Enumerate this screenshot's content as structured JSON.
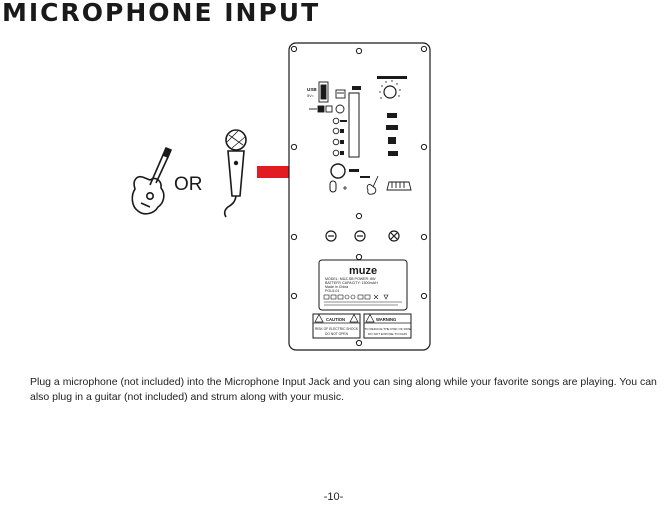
{
  "page": {
    "title": "MICROPHONE INPUT",
    "or_text": "OR",
    "caption": "Plug a microphone (not included) into the Microphone Input Jack and you can sing along while your favorite songs are playing. You can also plug in a guitar (not included) and strum along with your music.",
    "page_number": "-10-"
  },
  "panel": {
    "brand": "muze",
    "usb_label": "USB",
    "usb_sub": "5V=",
    "spec_line_1": "MODEL: MUZ-SB    POWER: 8W",
    "spec_line_2": "BATTERY CAPACITY: 1500mAH",
    "spec_line_3": "Made in China",
    "spec_line_4": "PGL5-01",
    "caution_label": "CAUTION",
    "caution_text_1": "RISK OF ELECTRIC SHOCK",
    "caution_text_2": "DO NOT OPEN",
    "warning_label": "WARNING",
    "warning_text_1": "TO REDUCE THE RISK OF FIRE",
    "warning_text_2": "DO NOT EXPOSE TO RAIN"
  },
  "colors": {
    "arrow": "#e31b23",
    "ink": "#1a1a1a"
  }
}
